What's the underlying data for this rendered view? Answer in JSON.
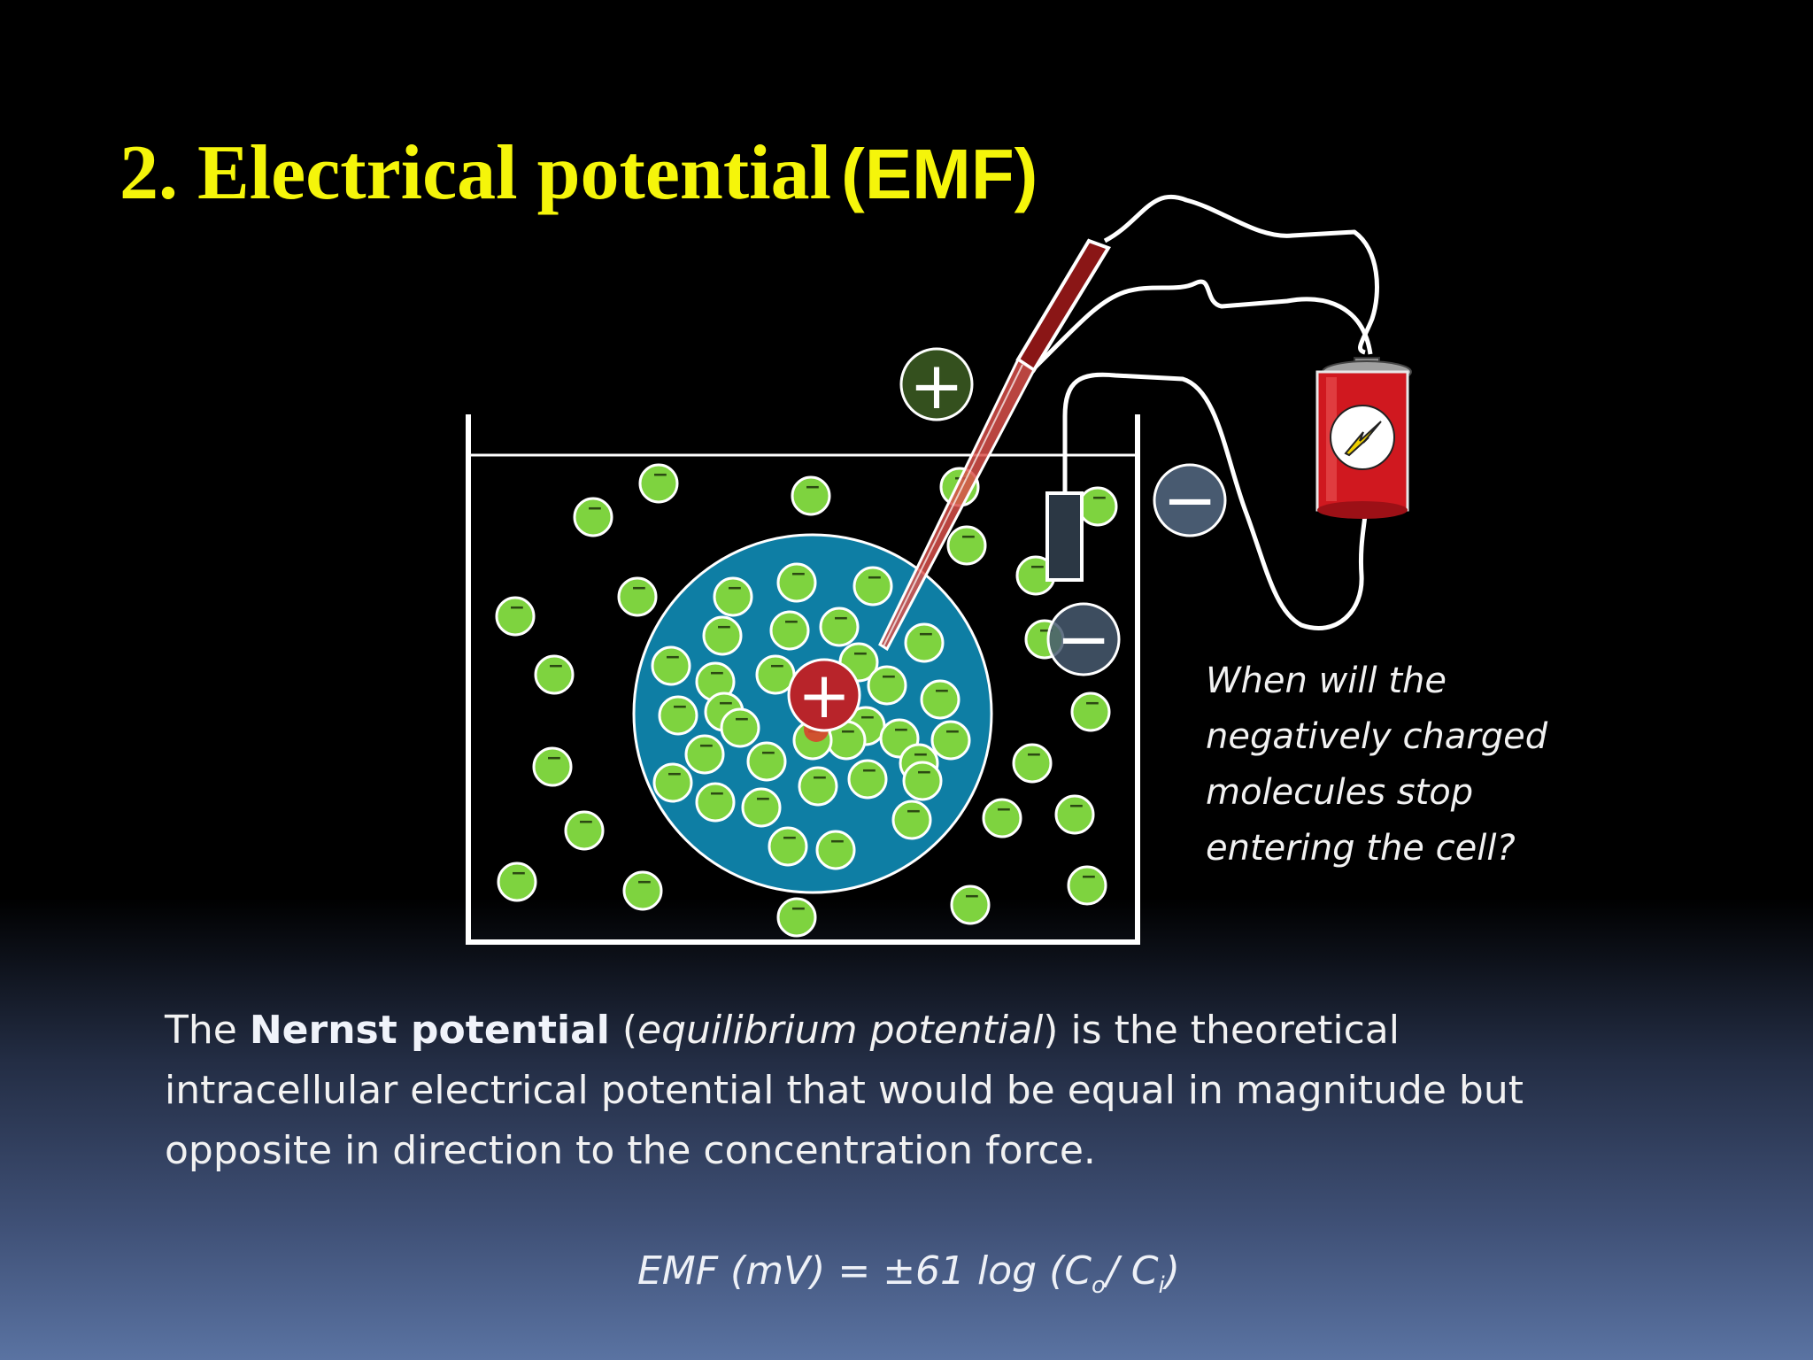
{
  "title": {
    "main": "2. Electrical potential",
    "paren": "(EMF)"
  },
  "question": {
    "lines": [
      "When will the",
      "negatively charged",
      "molecules stop",
      "entering the cell?"
    ]
  },
  "paragraph": {
    "part1": "The ",
    "bold": "Nernst potential",
    "part2": " (",
    "italic": "equilibrium potential",
    "part3": ") is the theoretical",
    "line2": "intracellular electrical potential that would be equal in magnitude but",
    "line3": "opposite in direction to the concentration force."
  },
  "formula": {
    "main": "EMF (mV) = ±61 log (C",
    "sub_o": "o",
    "slash": "/ C",
    "sub_i": "i",
    "close": ")"
  },
  "diagram": {
    "plus_symbol": "+",
    "minus_symbol": "−",
    "ion_sign": "−",
    "colors": {
      "ion": "#7ed33f",
      "cell": "#0e7ea4",
      "cell_plus": "#b8242a",
      "plus_badge": "#34501e",
      "minus_badge": "#485a70",
      "electrode": "#8a1616",
      "battery": "#d0181f"
    },
    "icons": [
      "beaker",
      "cell",
      "electrode-pipette",
      "reference-electrode",
      "wire",
      "battery-icon",
      "lightning-icon"
    ]
  }
}
